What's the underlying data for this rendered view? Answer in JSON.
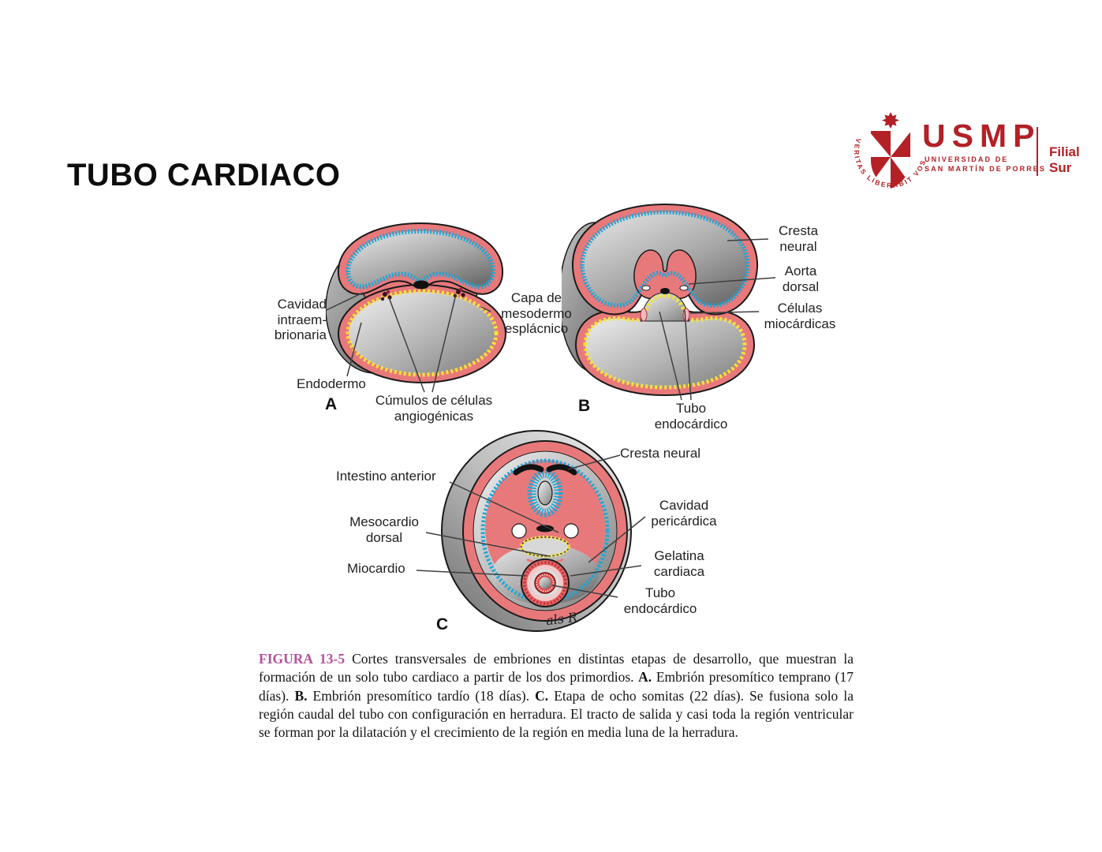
{
  "slide": {
    "title": "TUBO CARDIACO"
  },
  "logo": {
    "acronym": "USMP",
    "university_line1": "UNIVERSIDAD DE",
    "university_line2": "SAN MARTÍN DE PORRES",
    "motto": "VERITAS LIBERABIT VOS",
    "branch": "Filial Sur",
    "brand_color": "#b32025"
  },
  "figure": {
    "panel_letters": {
      "a": "A",
      "b": "B",
      "c": "C"
    },
    "labels": {
      "cavidad_intraembrionaria": {
        "text": "Cavidad\nintraem-\nbrionaria"
      },
      "capa_mesodermo": {
        "text": "Capa de\nmesodermo\nesplácnico"
      },
      "endodermo": {
        "text": "Endodermo"
      },
      "cumulos": {
        "text": "Cúmulos de células\nangiogénicas"
      },
      "cresta_neural_b": {
        "text": "Cresta\nneural"
      },
      "aorta_dorsal": {
        "text": "Aorta\ndorsal"
      },
      "celulas_miocardicas": {
        "text": "Células\nmiocárdicas"
      },
      "tubo_endocardico_b": {
        "text": "Tubo\nendocárdico"
      },
      "intestino_anterior": {
        "text": "Intestino anterior"
      },
      "mesocardio_dorsal": {
        "text": "Mesocardio\ndorsal"
      },
      "miocardio": {
        "text": "Miocardio"
      },
      "cresta_neural_c": {
        "text": "Cresta neural"
      },
      "cavidad_pericardica": {
        "text": "Cavidad\npericárdica"
      },
      "gelatina_cardiaca": {
        "text": "Gelatina\ncardiaca"
      },
      "tubo_endocardico_c": {
        "text": "Tubo\nendocárdico"
      }
    },
    "signature": "als R",
    "colors": {
      "mesoderm_pink": "#e8797b",
      "ectoderm_blue": "#1ca6d8",
      "endoderm_yellow": "#f2e43c",
      "outline": "#1a1a1a"
    }
  },
  "caption": {
    "segments": [
      {
        "style": "figura",
        "text": "FIGURA 13-5"
      },
      {
        "style": "n",
        "text": " Cortes transversales de embriones en distintas etapas de desarrollo, que muestran la formación de un solo tubo cardiaco a partir de los dos primordios. "
      },
      {
        "style": "b",
        "text": "A."
      },
      {
        "style": "n",
        "text": " Embrión presomítico temprano (17 días). "
      },
      {
        "style": "b",
        "text": "B."
      },
      {
        "style": "n",
        "text": " Embrión presomítico tardío (18 días). "
      },
      {
        "style": "b",
        "text": "C."
      },
      {
        "style": "n",
        "text": " Etapa de ocho somitas (22 días). Se fusiona solo la región caudal del tubo con configuración en herradura. El tracto de salida y casi toda la región ventricular se forman por la dilatación y el crecimiento de la región en media luna de la herradura."
      }
    ]
  }
}
